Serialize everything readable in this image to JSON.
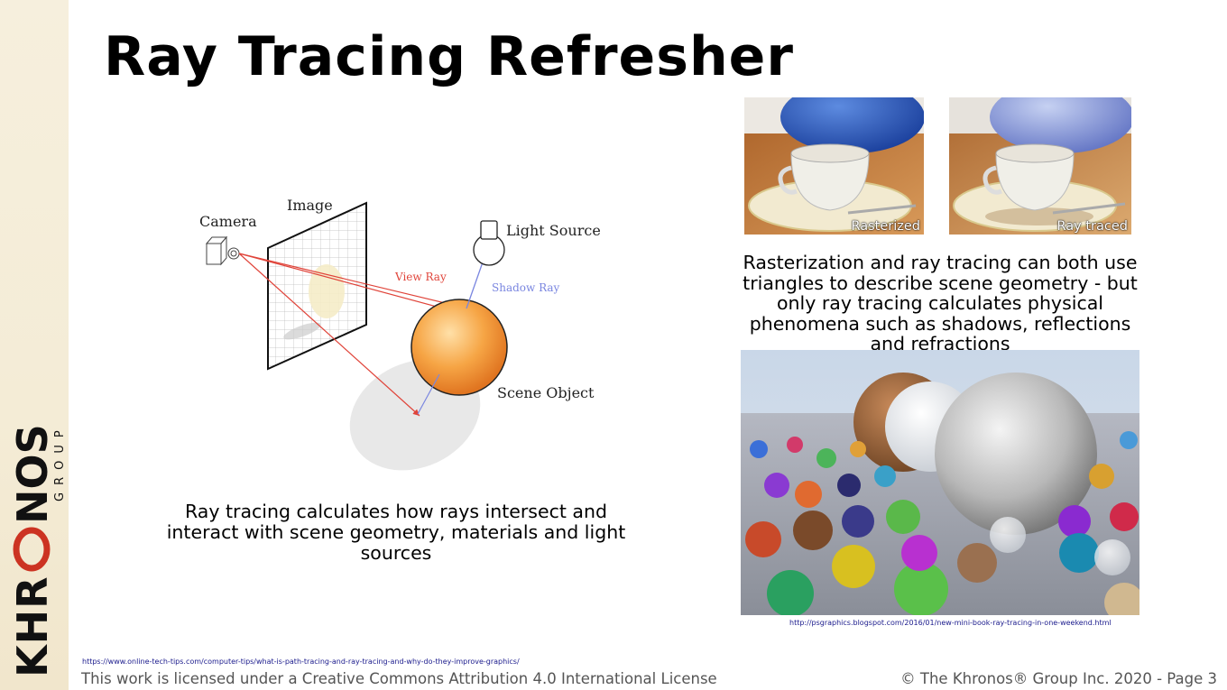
{
  "slide": {
    "title": "Ray Tracing Refresher",
    "brand": {
      "text": "KHRONOS",
      "sub": "GROUP",
      "accent": "#cc3322"
    }
  },
  "diagram": {
    "labels": {
      "camera": "Camera",
      "image": "Image",
      "light_source": "Light Source",
      "view_ray": "View Ray",
      "shadow_ray": "Shadow Ray",
      "scene_object": "Scene Object"
    },
    "colors": {
      "view_ray": "#e0443a",
      "shadow_ray": "#7a86e0",
      "sphere": "#f39a3a"
    }
  },
  "captions": {
    "left": "Ray tracing calculates how rays intersect and interact with scene geometry, materials and light sources",
    "right": "Rasterization and ray tracing can both use triangles to describe scene geometry - but only ray tracing calculates physical phenomena such as shadows, reflections and refractions"
  },
  "photos": {
    "rasterized_label": "Rasterized",
    "raytraced_label": "Ray traced"
  },
  "links": {
    "right": "http://psgraphics.blogspot.com/2016/01/new-mini-book-ray-tracing-in-one-weekend.html",
    "left": "https://www.online-tech-tips.com/computer-tips/what-is-path-tracing-and-ray-tracing-and-why-do-they-improve-graphics/"
  },
  "footer": {
    "license": "This work is licensed under a Creative Commons Attribution 4.0 International License",
    "copyright": "© The Khronos® Group Inc. 2020 - Page 3"
  }
}
